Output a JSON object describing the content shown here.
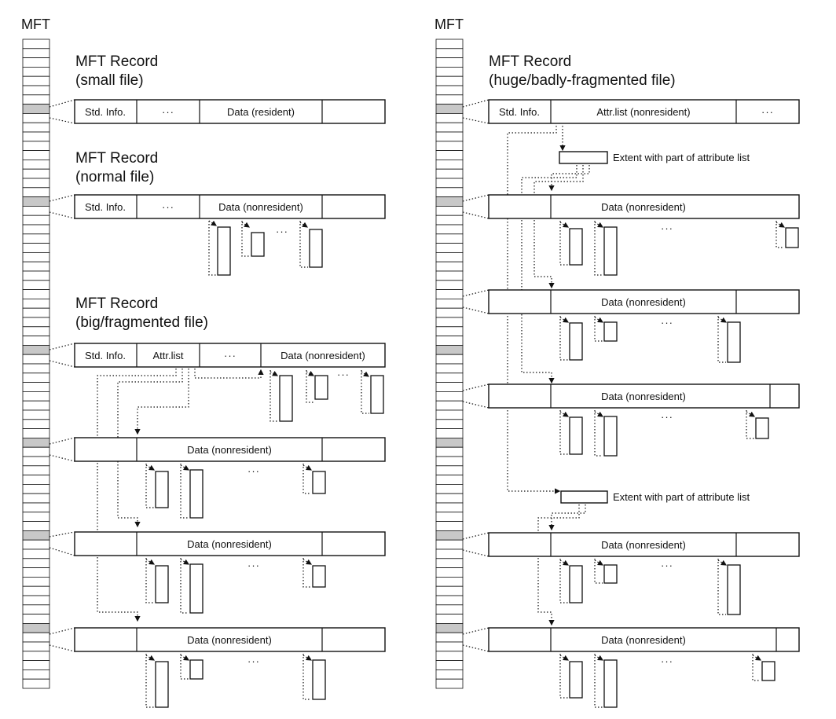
{
  "mft_label": "MFT",
  "ellipsis": "···",
  "left": {
    "records": [
      {
        "heading": [
          "MFT Record",
          "(small file)"
        ],
        "cells": [
          "Std. Info.",
          "···",
          "Data (resident)",
          ""
        ]
      },
      {
        "heading": [
          "MFT Record",
          "(normal file)"
        ],
        "cells": [
          "Std. Info.",
          "···",
          "Data (nonresident)",
          ""
        ]
      },
      {
        "heading": [
          "MFT Record",
          "(big/fragmented file)"
        ],
        "cells": [
          "Std. Info.",
          "Attr.list",
          "···",
          "Data (nonresident)"
        ]
      },
      {
        "heading": [],
        "cells": [
          "",
          "Data (nonresident)",
          ""
        ]
      },
      {
        "heading": [],
        "cells": [
          "",
          "Data (nonresident)",
          ""
        ]
      },
      {
        "heading": [],
        "cells": [
          "",
          "Data (nonresident)",
          ""
        ]
      }
    ]
  },
  "right": {
    "records": [
      {
        "heading": [
          "MFT Record",
          "(huge/badly-fragmented file)"
        ],
        "cells": [
          "Std. Info.",
          "Attr.list (nonresident)",
          "···"
        ]
      },
      {
        "heading": [],
        "cells": [
          "",
          "Data (nonresident)"
        ]
      },
      {
        "heading": [],
        "cells": [
          "",
          "Data (nonresident)",
          ""
        ]
      },
      {
        "heading": [],
        "cells": [
          "",
          "Data (nonresident)",
          ""
        ]
      },
      {
        "heading": [],
        "cells": [
          "",
          "Data (nonresident)",
          ""
        ]
      },
      {
        "heading": [],
        "cells": [
          "",
          "Data (nonresident)",
          ""
        ]
      }
    ],
    "extents": [
      "Extent with part of attribute list",
      "Extent with part of attribute list"
    ]
  }
}
